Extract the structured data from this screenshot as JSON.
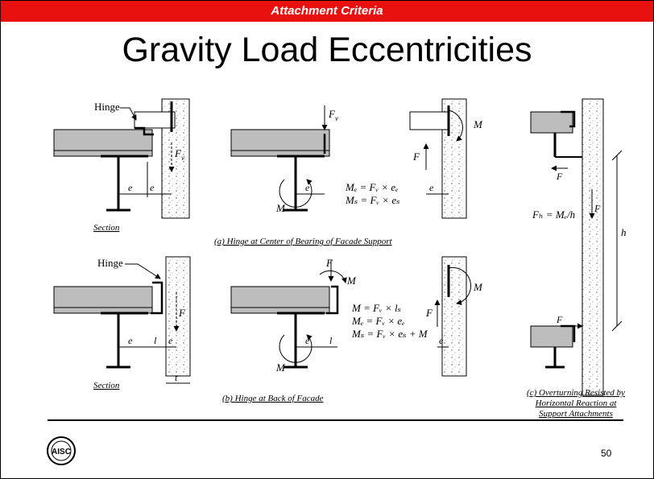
{
  "header": {
    "category": "Attachment Criteria",
    "color": "#e8110f"
  },
  "title": "Gravity Load Eccentricities",
  "figure": {
    "hinge_label_a": "Hinge",
    "hinge_label_b": "Hinge",
    "section_label_a": "Section",
    "section_label_b": "Section",
    "caption_a": "(a) Hinge at Center of Bearing of Facade Support",
    "caption_b": "(b) Hinge at Back of Facade",
    "caption_c": [
      "(c) Overturning Resisted by",
      "Horizontal Reaction at",
      "Support Attachments"
    ],
    "equations_a": [
      "Mₑ = Fᵥ × eₑ",
      "Mₛ = Fᵥ × eₛ"
    ],
    "equations_b": [
      "M = Fᵥ × lₛ",
      "Mₑ = Fᵥ × eₑ",
      "Mₛ = Fᵥ × eₛ + M"
    ],
    "equation_c": "Fₕ = Mₑ/h"
  },
  "footer": {
    "page_number": "50",
    "logo": "aisc-seal-logo"
  }
}
